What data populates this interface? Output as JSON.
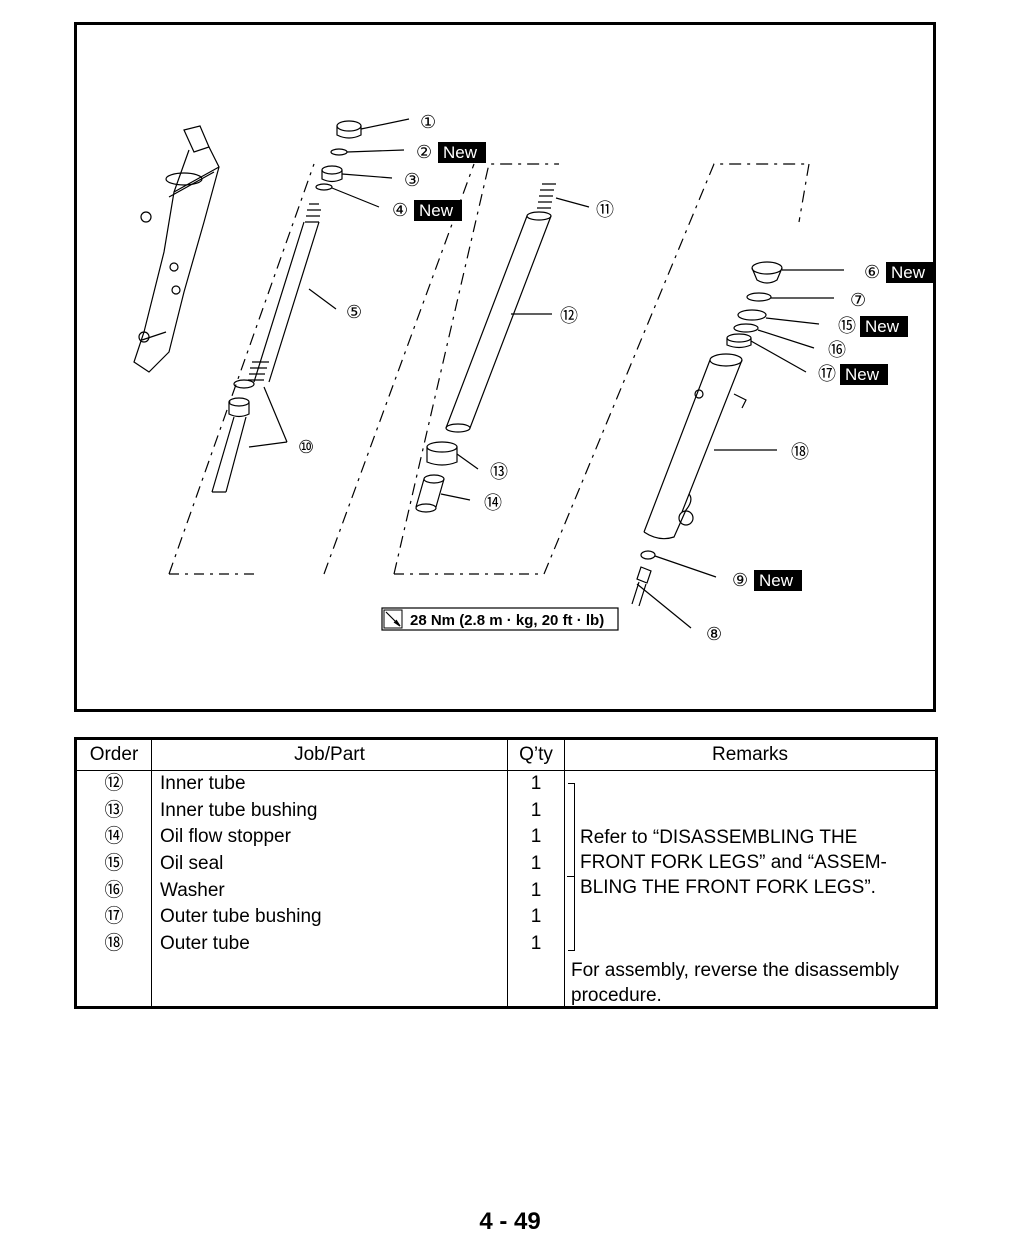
{
  "diagram": {
    "callouts": [
      {
        "num": "①",
        "new": ""
      },
      {
        "num": "②",
        "new": "New"
      },
      {
        "num": "③",
        "new": ""
      },
      {
        "num": "④",
        "new": "New"
      },
      {
        "num": "⑤",
        "new": ""
      },
      {
        "num": "⑥",
        "new": "New"
      },
      {
        "num": "⑦",
        "new": ""
      },
      {
        "num": "⑧",
        "new": ""
      },
      {
        "num": "⑨",
        "new": "New"
      },
      {
        "num": "⑩",
        "new": ""
      },
      {
        "num": "⑪",
        "new": ""
      },
      {
        "num": "⑫",
        "new": ""
      },
      {
        "num": "⑬",
        "new": ""
      },
      {
        "num": "⑭",
        "new": ""
      },
      {
        "num": "⑮",
        "new": "New"
      },
      {
        "num": "⑯",
        "new": ""
      },
      {
        "num": "⑰",
        "new": "New"
      },
      {
        "num": "⑱",
        "new": ""
      }
    ],
    "torque_label": "28 Nm (2.8 m · kg, 20 ft · lb)",
    "torque_icon": "torque-wrench-icon"
  },
  "table": {
    "headers": {
      "order": "Order",
      "job": "Job/Part",
      "qty": "Q’ty",
      "remarks": "Remarks"
    },
    "rows": [
      {
        "order": "⑫",
        "job": "Inner tube",
        "qty": "1"
      },
      {
        "order": "⑬",
        "job": "Inner tube bushing",
        "qty": "1"
      },
      {
        "order": "⑭",
        "job": "Oil flow stopper",
        "qty": "1"
      },
      {
        "order": "⑮",
        "job": "Oil seal",
        "qty": "1"
      },
      {
        "order": "⑯",
        "job": "Washer",
        "qty": "1"
      },
      {
        "order": "⑰",
        "job": "Outer tube bushing",
        "qty": "1"
      },
      {
        "order": "⑱",
        "job": "Outer tube",
        "qty": "1"
      }
    ],
    "remark_lines": [
      "Refer to “DISASSEMBLING THE",
      "FRONT FORK LEGS” and “ASSEM-",
      "BLING THE FRONT FORK LEGS”."
    ],
    "note_lines": [
      "For assembly, reverse the disassembly",
      "procedure."
    ]
  },
  "page_number": "4 - 49"
}
